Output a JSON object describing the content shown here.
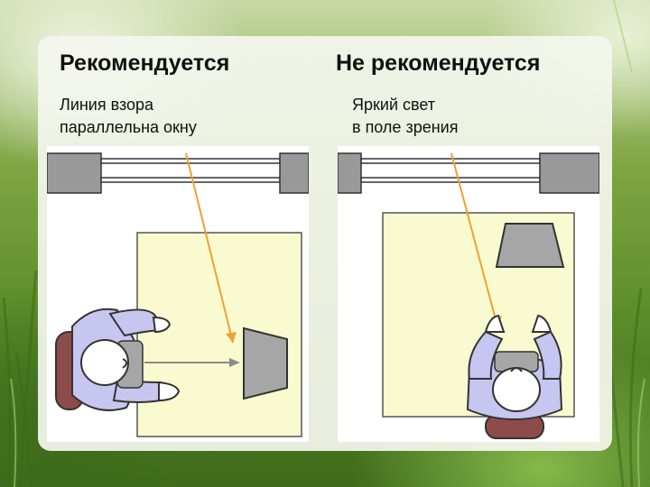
{
  "slide": {
    "left": {
      "heading": "Рекомендуется",
      "caption_line1": "Линия взора",
      "caption_line2": "параллельна окну"
    },
    "right": {
      "heading": "Не рекомендуется",
      "caption_line1": "Яркий свет",
      "caption_line2": "в поле зрения"
    }
  },
  "colors": {
    "desk": "#fafad0",
    "person_body": "#c6c6f0",
    "chair": "#8e4b4b",
    "monitor": "#a6a6a6",
    "window_frame": "#8a8a8a",
    "sight_line_orange": "#f0a030",
    "sight_line_gray": "#8a8a8a"
  }
}
